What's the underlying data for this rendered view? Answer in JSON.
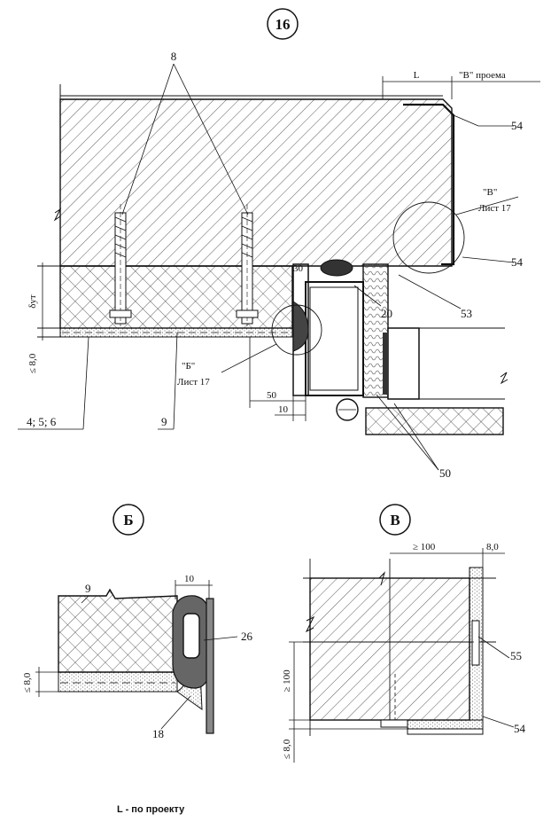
{
  "main_view": {
    "circle_label": "16",
    "callout_8": "8",
    "dim_L": "L",
    "opening_label": "\"В\" проема",
    "callout_54_top": "54",
    "callout_54_mid": "54",
    "ref_B_label": "\"В\"",
    "ref_B_sheet": "Лист 17",
    "ref_Bsoft_label": "\"Б\"",
    "ref_Bsoft_sheet": "Лист 17",
    "dim_8ut": "δут",
    "dim_30": "30",
    "callout_20": "20",
    "callout_53": "53",
    "dim_8_0": "≤ 8,0",
    "dim_50": "50",
    "dim_10": "10",
    "callout_4_5_6": "4; 5; 6",
    "callout_9": "9",
    "callout_50": "50"
  },
  "detail_b": {
    "circle_label": "Б",
    "callout_9": "9",
    "dim_10": "10",
    "callout_26": "26",
    "dim_8_0": "≤ 8,0",
    "callout_18": "18"
  },
  "detail_v": {
    "circle_label": "В",
    "dim_100_top": "≥ 100",
    "dim_8_0_top": "8,0",
    "callout_55": "55",
    "dim_100_side": "≥ 100",
    "callout_54": "54",
    "dim_8_0_bottom": "≤ 8,0"
  },
  "footer_note": "L - по проекту"
}
